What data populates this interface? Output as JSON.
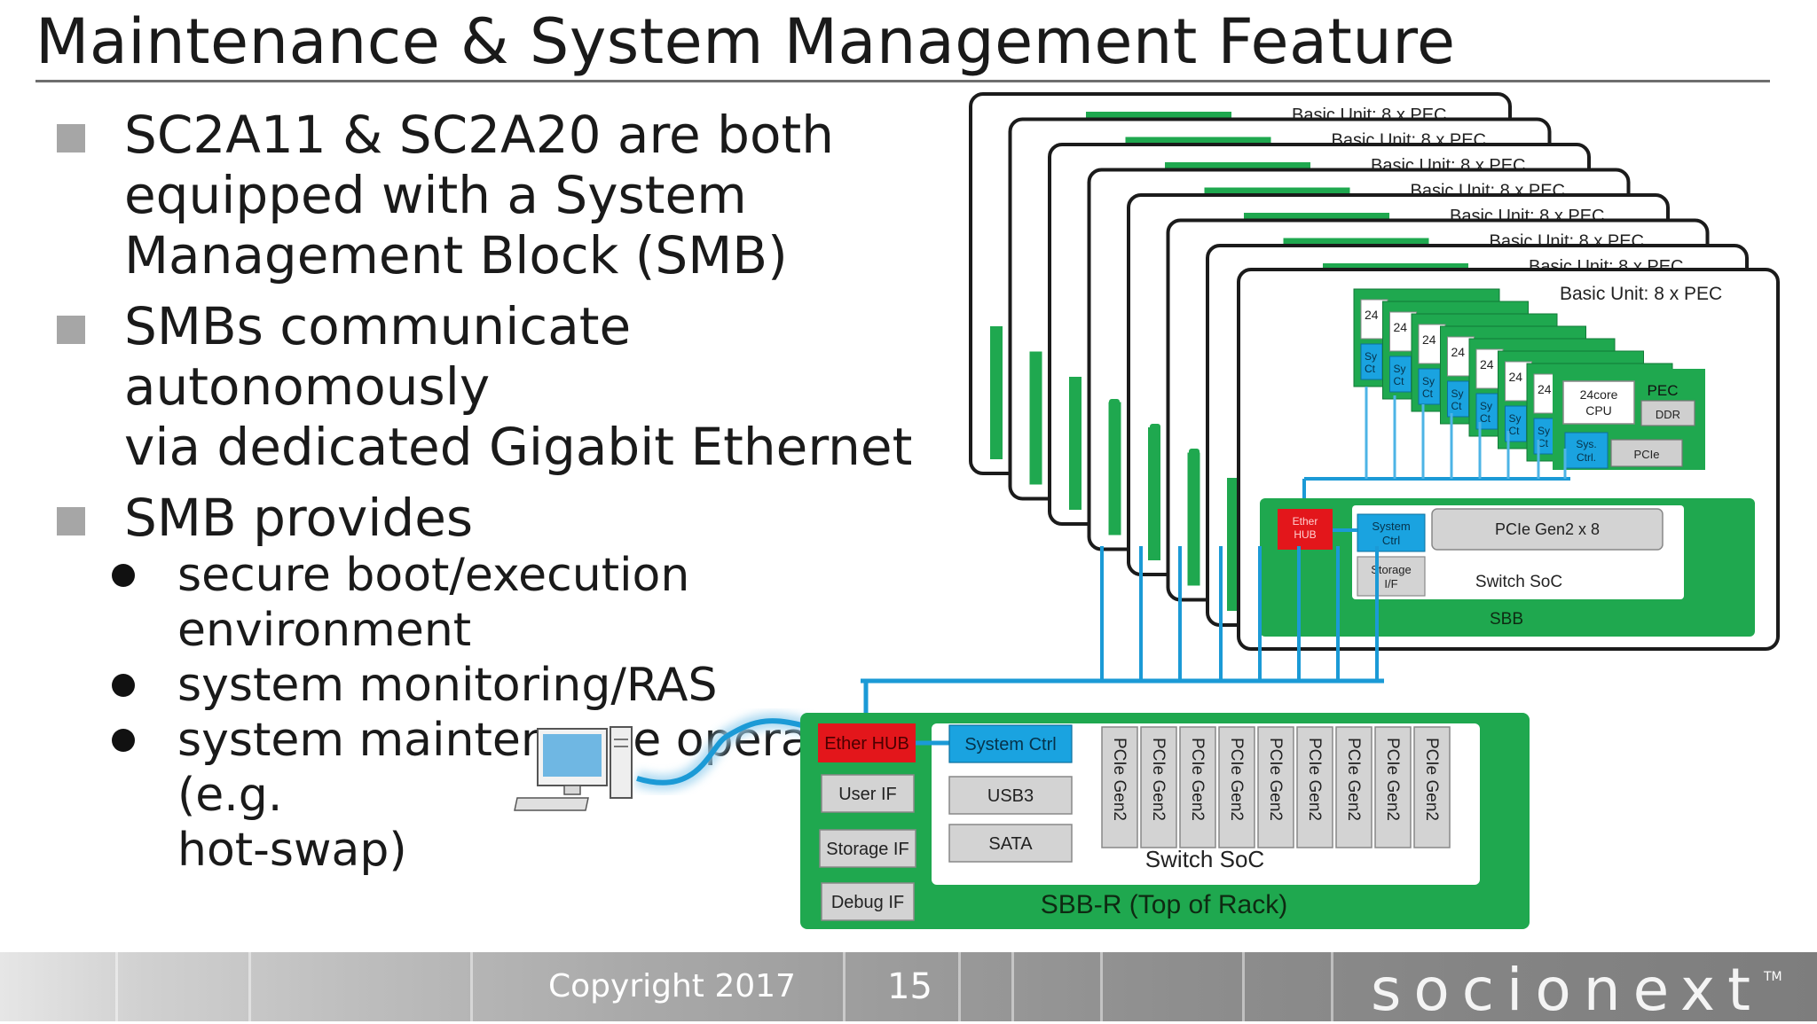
{
  "slide": {
    "title": "Maintenance & System Management Feature",
    "bullets": [
      {
        "text": "SC2A11 & SC2A20 are both\nequipped with a System\nManagement Block (SMB)"
      },
      {
        "text": "SMBs communicate autonomously\nvia dedicated Gigabit Ethernet"
      },
      {
        "text": "SMB provides",
        "subs": [
          "secure boot/execution environment",
          "system monitoring/RAS",
          "system maintenance operation (e.g.\nhot-swap)"
        ]
      }
    ]
  },
  "diagram": {
    "basic_unit_label": "Basic Unit: 8 x PEC",
    "basic_unit_label_truncated": "Basic Unit: 8 x PEC",
    "pec": {
      "label": "PEC",
      "cpu": "24core\nCPU",
      "ddr": "DDR",
      "sys_ctrl": "Sys.\nCtrl.",
      "pcie": "PCIe",
      "stack_cpu_partial": "24",
      "stack_ctrl_partial": "Sy\nCt"
    },
    "sbb": {
      "label": "SBB",
      "ether_hub": "Ether\nHUB",
      "system_ctrl": "System\nCtrl",
      "pcie": "PCIe Gen2 x 8",
      "storage": "Storage\nI/F",
      "switch_soc": "Switch SoC"
    },
    "sbbr": {
      "label": "SBB-R (Top of Rack)",
      "ether_hub": "Ether HUB",
      "user_if": "User IF",
      "storage_if": "Storage IF",
      "debug_if": "Debug IF",
      "system_ctrl": "System Ctrl",
      "usb3": "USB3",
      "sata": "SATA",
      "switch_soc": "Switch SoC",
      "pcie_port": "PCIe Gen2",
      "pcie_port_count": 9
    },
    "colors": {
      "green": "#1fa84f",
      "red": "#e3161b",
      "blue": "#1aa3e0",
      "link": "#1b9ad6",
      "gray_box": "#d3d3d3"
    }
  },
  "footer": {
    "copyright": "Copyright 2017",
    "page": "15",
    "brand": "socionext",
    "brand_tm": "TM"
  }
}
